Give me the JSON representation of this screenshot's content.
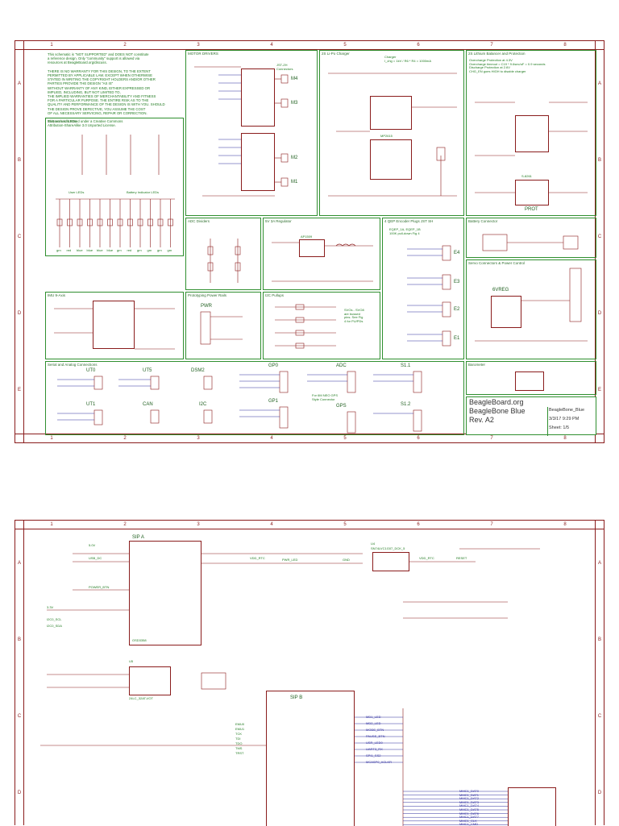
{
  "ruler": {
    "columns": [
      "1",
      "2",
      "3",
      "4",
      "5",
      "6",
      "7",
      "8"
    ],
    "rows": [
      "A",
      "B",
      "C",
      "D",
      "E"
    ]
  },
  "sheet1": {
    "notes": "This schematic is \"NOT SUPPORTED\" and DOES NOT constitute\na reference design. Only \"community\" support is allowed via\nresources at BeagleBoard.org/discuss.\n\nTHERE IS NO WARRANTY FOR THIS DESIGN, TO THE EXTENT\nPERMITTED BY APPLICABLE LAW. EXCEPT WHEN OTHERWISE\nSTATED IN WRITING THE COPYRIGHT HOLDERS AND/OR OTHER\nPARTIES PROVIDE THE DESIGN \"AS IS\"\nWITHOUT WARRANTY OF ANY KIND, EITHER EXPRESSED OR\nIMPLIED, INCLUDING, BUT NOT LIMITED TO,\nTHE IMPLIED WARRANTIES OF MERCHANTABILITY AND FITNESS\nFOR A PARTICULAR PURPOSE. THE ENTIRE RISK AS TO THE\nQUALITY AND PERFORMANCE OF THE DESIGN IS WITH YOU. SHOULD\nTHE DESIGN PROVE DEFECTIVE, YOU ASSUME THE COST\nOF ALL NECESSARY SERVICING, REPAIR OR CORRECTION.\n\nThis work is licensed under a Creative Commons\nAttribution-ShareAlike 3.0 Unported License.",
    "blocks": {
      "motor": "MOTOR DRIVERS",
      "charger": "2S Li-Po Charger",
      "balance": "2S Lithium Balancer and Protection",
      "buttons": "Buttons and LEDs",
      "adc_div": "ADC Dividers",
      "reg": "5V 3A Regulator",
      "encoder": "4 QEP Encoder Plugs JST SH",
      "batt_conn": "Battery Connector",
      "servo": "Servo Connectors & Power Control",
      "imu": "IMU 9-Axis",
      "proto": "Prototyping Power Rails",
      "i2c_pull": "I2C Pullups",
      "baro": "Barometer",
      "serial": "Serial and Analog Connections"
    },
    "charger_note": "Charger\nI_chg = 1kV / R6 * R4 = 1000mA",
    "balance_note": "Overcharge Protection at 4.3V\nOvercharge timeout = C19 * 9.6sec/uF = 0.9 seconds\nDischarge Protection at 2.6V\nCHG_EN goes HIGH to disable charger",
    "encoder_note": "EQEP_1A, EQEP_1B\n100K pull-down Fig 4",
    "reg_ic": "AP1509",
    "charger_ic": "MP2615",
    "prot_ic": "S-8261",
    "prot_label": "PROT",
    "reg_label": "6VREG",
    "pwr_label": "PWR",
    "motor_labels": [
      "M4",
      "M3",
      "M2",
      "M1"
    ],
    "motor_conn": "JST-ZH\nConnectors",
    "encoder_labels": [
      "E4",
      "E3",
      "E2",
      "E1"
    ],
    "led_groups": [
      "User LEDs",
      "Battery Indicator LEDs"
    ],
    "led_colors": [
      "grn",
      "red",
      "blue",
      "blue",
      "blue",
      "blue",
      "grn",
      "red",
      "grn",
      "grn",
      "grn",
      "grn"
    ],
    "connectors_row1": [
      "UT0",
      "UT5",
      "DSM2",
      "GP0",
      "ADC",
      "S1.1"
    ],
    "connectors_row2": [
      "UT1",
      "CAN",
      "I2C",
      "GP1",
      "GPS",
      "S1.2"
    ],
    "gps_note": "For 6M NEO GPS\nStyle Connector",
    "servo_note": "SVOs - SVO8\nare bussed\npins. See Fig\n4 for PU/PDs",
    "title_block": {
      "org": "BeagleBoard.org",
      "product": "BeagleBone Blue",
      "rev": "Rev. A2",
      "doc": "BeagleBone_Blue",
      "date": "3/3/17 9:29 PM",
      "sheet": "Sheet:  1/5"
    }
  },
  "sheet2": {
    "sip_a": "SIP A",
    "sip_b": "SIP B",
    "u4": "SN74LVC1G07_DCK_5",
    "u5": "U5",
    "u4_ref": "U4",
    "reset": "RESET",
    "pwr_led": "PWR_LED",
    "osd_part": "OSD3358",
    "vdd_rtc": "VDD_RTC",
    "usb_dc": "USB_DC",
    "power_btn": "POWER_BTN",
    "i2c0_scl": "I2C0_SCL",
    "i2c0_sda": "I2C0_SDA",
    "gnd": "GND",
    "v33": "3.3V",
    "v5": "5.0V",
    "eeprom": "24LC_32AT-I/OT",
    "nets_right": [
      "MMC1_DAT0",
      "MMC1_DAT1",
      "MMC1_DAT2",
      "MMC1_DAT3",
      "MMC1_DAT4",
      "MMC1_DAT5",
      "MMC1_DAT6",
      "MMC1_DAT7",
      "MMC1_CLK",
      "MMC1_CMD"
    ],
    "nets_mid": [
      "MD1_LED",
      "MD2_LED",
      "MODE_BTN",
      "PAUSE_BTN",
      "USR_LED0",
      "UART3_RX",
      "SPI1_SS2",
      "MCASP0_ACLKR"
    ],
    "nets_left": [
      "EMU0",
      "EMU1",
      "TCK",
      "TDI",
      "TDO",
      "TMS",
      "TRST"
    ]
  }
}
